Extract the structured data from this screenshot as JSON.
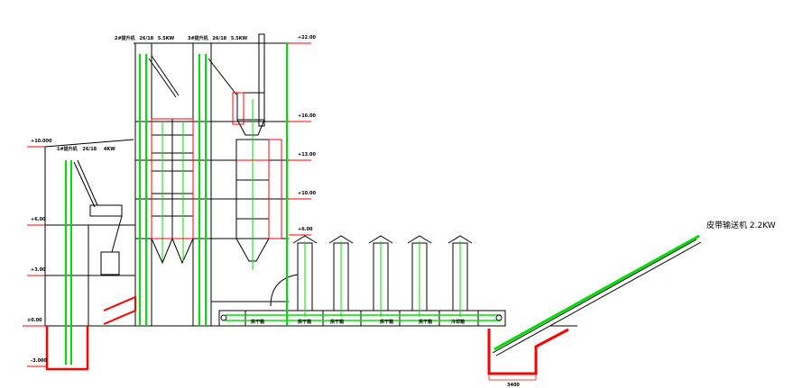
{
  "colors": {
    "structure": "#000000",
    "equipment": "#00e000",
    "foundation": "#ff0000"
  },
  "elevations_left": [
    "+10.000",
    "+6.00",
    "+3.00",
    "±0.00",
    "-3.000"
  ],
  "elevations_right": [
    "+22.00",
    "+16.00",
    "+13.00",
    "+10.00",
    "+6.00"
  ],
  "elevators": [
    {
      "label": "1#提升机",
      "spec": "26/18",
      "power": "4KW"
    },
    {
      "label": "2#提升机",
      "spec": "26/18",
      "power": "5.5KW"
    },
    {
      "label": "3#提升机",
      "spec": "26/18",
      "power": "5.5KW"
    }
  ],
  "chambers": [
    "烘干箱",
    "烘干箱",
    "烘干箱",
    "烘干箱",
    "烘干箱",
    "冷却箱"
  ],
  "conveyor": {
    "label": "皮带输送机",
    "power": "2.2KW"
  },
  "pit_dimension": "3400"
}
